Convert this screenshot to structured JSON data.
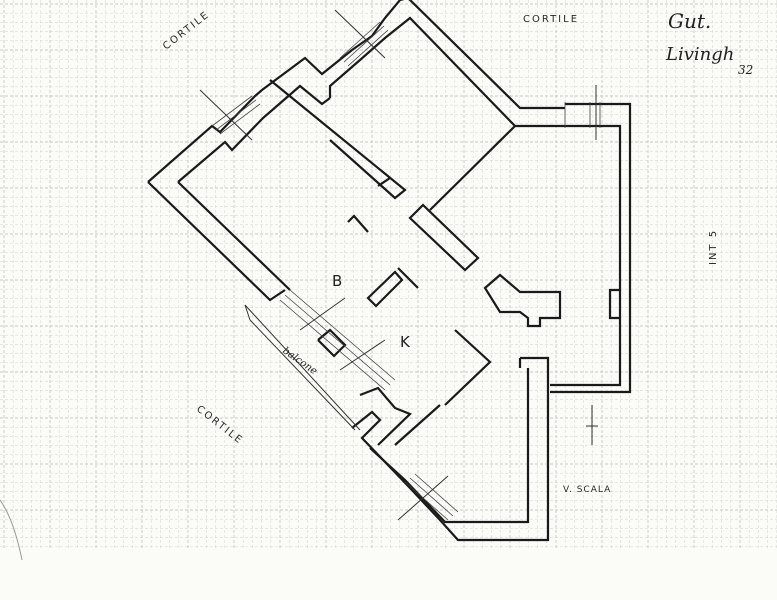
{
  "labels": {
    "cortile_top_left": "CORTILE",
    "cortile_top_right": "CORTILE",
    "cortile_bottom_left": "CORTILE",
    "int_5": "INT 5",
    "v_scala": "V. SCALA",
    "room_b": "B",
    "room_k": "K",
    "balcony": "balcone"
  },
  "handwriting": {
    "line1": "Gut.",
    "line2": "Livingh",
    "number": "32"
  },
  "colors": {
    "paper": "#fbfbf8",
    "grid": "#c9c9c4",
    "ink": "#1a1a1a"
  }
}
